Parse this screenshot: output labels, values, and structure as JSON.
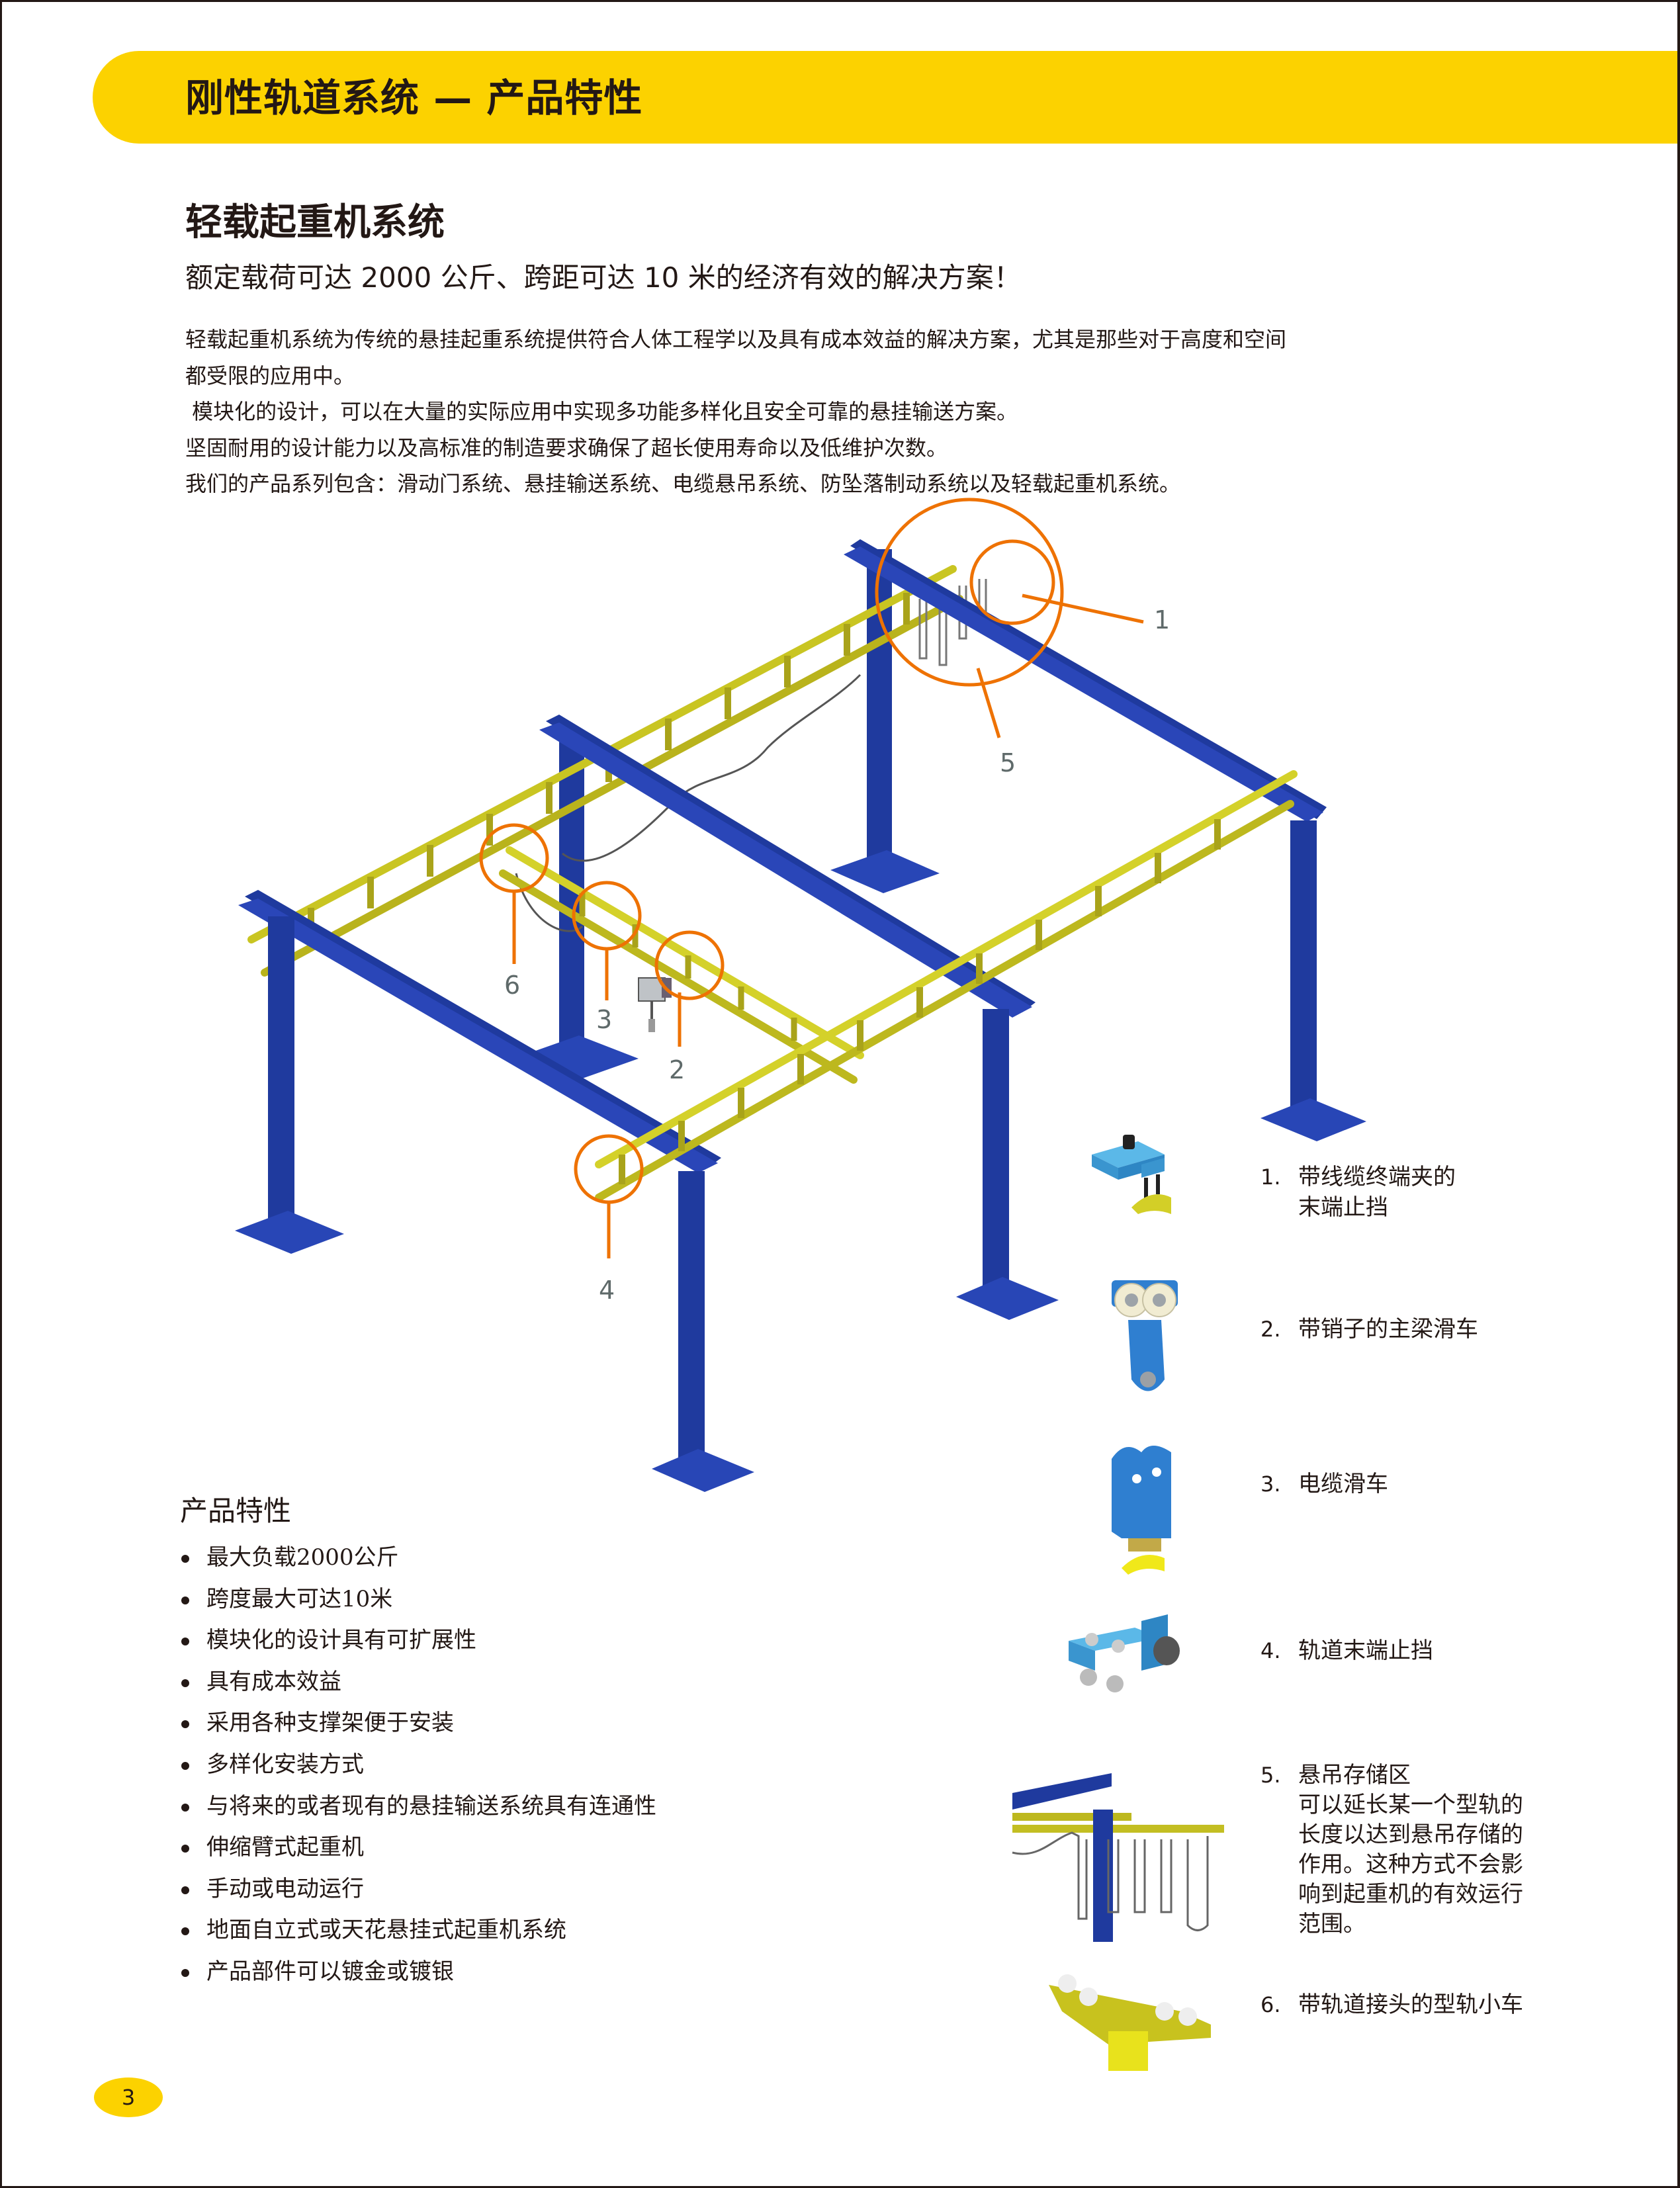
{
  "banner": {
    "title": "刚性轨道系统 — 产品特性",
    "color": "#FCD200"
  },
  "heading": "轻载起重机系统",
  "subtitle": "额定载荷可达  2000 公斤、跨距可达 10 米的经济有效的解决方案！",
  "intro": [
    "轻载起重机系统为传统的悬挂起重系统提供符合人体工程学以及具有成本效益的解决方案，尤其是那些对于高度和空间",
    "都受限的应用中。",
    " 模块化的设计，可以在大量的实际应用中实现多功能多样化且安全可靠的悬挂输送方案。",
    "坚固耐用的设计能力以及高标准的制造要求确保了超长使用寿命以及低维护次数。",
    "我们的产品系列包含：滑动门系统、悬挂输送系统、电缆悬吊系统、防坠落制动系统以及轻载起重机系统。"
  ],
  "diagram": {
    "colors": {
      "frame": "#1f3a9e",
      "rail": "#d4d12a",
      "callout": "#ee7203",
      "label": "#5f6a6a"
    },
    "callouts": [
      {
        "number": "1"
      },
      {
        "number": "5"
      },
      {
        "number": "6"
      },
      {
        "number": "3"
      },
      {
        "number": "2"
      },
      {
        "number": "4"
      }
    ]
  },
  "features": {
    "title": "产品特性",
    "items": [
      "最大负载2000公斤",
      "跨度最大可达10米",
      "模块化的设计具有可扩展性",
      "具有成本效益",
      "采用各种支撑架便于安装",
      "多样化安装方式",
      "与将来的或者现有的悬挂输送系统具有连通性",
      "伸缩臂式起重机",
      "手动或电动运行",
      "地面自立式或天花悬挂式起重机系统",
      "产品部件可以镀金或镀银"
    ]
  },
  "components": [
    {
      "number": "1.",
      "lines": [
        "带线缆终端夹的",
        "末端止挡"
      ],
      "icon": "end-stop-with-cable-clamp"
    },
    {
      "number": "2.",
      "lines": [
        "带销子的主梁滑车"
      ],
      "icon": "bridge-trolley-with-pin"
    },
    {
      "number": "3.",
      "lines": [
        "电缆滑车"
      ],
      "icon": "cable-trolley"
    },
    {
      "number": "4.",
      "lines": [
        "轨道末端止挡"
      ],
      "icon": "rail-end-stop"
    },
    {
      "number": "5.",
      "lines": [
        "悬吊存储区",
        "可以延长某一个型轨的",
        "长度以达到悬吊存储的",
        "作用。这种方式不会影",
        "响到起重机的有效运行",
        "范围。"
      ],
      "icon": "festoon-storage-area"
    },
    {
      "number": "6.",
      "lines": [
        "带轨道接头的型轨小车"
      ],
      "icon": "rail-trolley-with-joint"
    }
  ],
  "page_number": "3"
}
